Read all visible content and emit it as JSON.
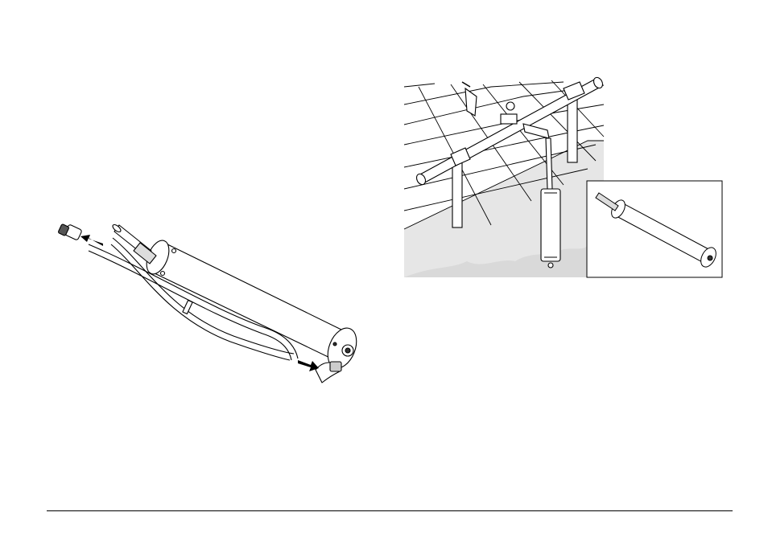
{
  "page": {
    "figures": [
      {
        "id": "sensor-tubing-connection",
        "description_icon": "sensor-with-tubing-illustration"
      },
      {
        "id": "sensor-railing-mounting",
        "description_icon": "sensor-mounted-on-railing-illustration"
      }
    ],
    "colors": {
      "line": "#000000",
      "fill": "#ffffff",
      "water": "#e6e6e6",
      "dark": "#333333"
    }
  }
}
